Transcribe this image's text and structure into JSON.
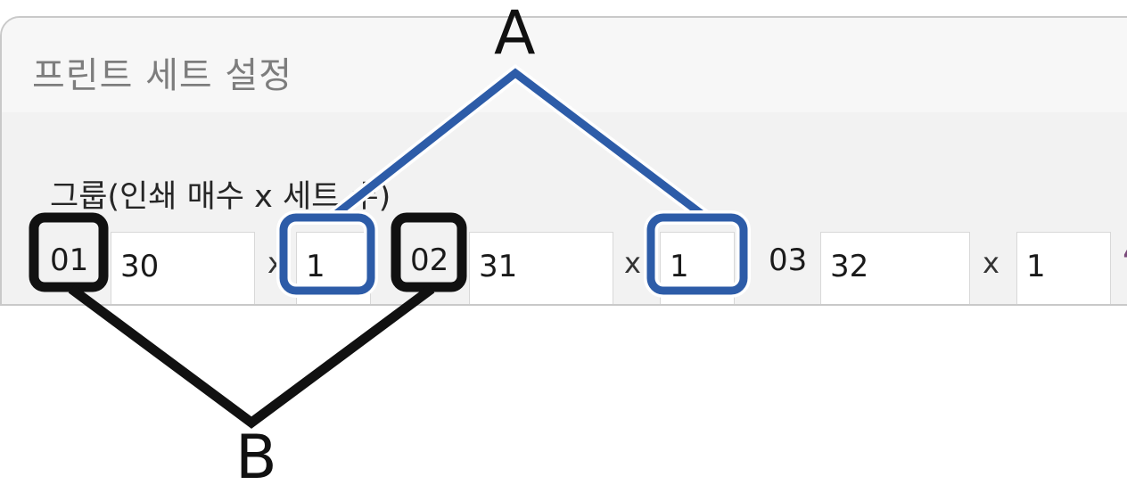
{
  "window": {
    "title": "프린트 세트 설정"
  },
  "group": {
    "label": "그룹(인쇄 매수 x 세트 수)",
    "items": [
      {
        "code": "01",
        "copies": "30",
        "times": "x",
        "sets": "1"
      },
      {
        "code": "02",
        "copies": "31",
        "times": "x",
        "sets": "1"
      },
      {
        "code": "03",
        "copies": "32",
        "times": "x",
        "sets": "1"
      }
    ]
  },
  "callouts": {
    "a": "A",
    "b": "B"
  },
  "colors": {
    "callout_a": "#2d5ca8",
    "callout_b": "#111111"
  }
}
